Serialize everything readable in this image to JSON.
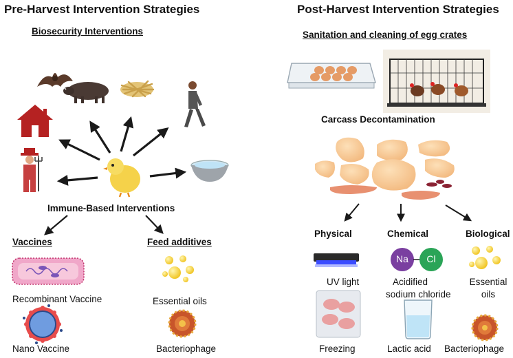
{
  "pre": {
    "title": "Pre-Harvest Intervention Strategies",
    "biosecurity": "Biosecurity Interventions",
    "immune": "Immune-Based Interventions",
    "vaccines": {
      "heading": "Vaccines",
      "items": [
        "Recombinant Vaccine",
        "Nano Vaccine"
      ]
    },
    "feed": {
      "heading": "Feed additives",
      "items": [
        "Essential oils",
        "Bacteriophage"
      ]
    }
  },
  "post": {
    "title": "Post-Harvest Intervention Strategies",
    "sanitation": "Sanitation and cleaning of egg crates",
    "carcass": "Carcass Decontamination",
    "physical": {
      "heading": "Physical",
      "items": [
        "UV light",
        "Freezing"
      ]
    },
    "chemical": {
      "heading": "Chemical",
      "na": "Na",
      "cl": "Cl",
      "item1_line1": "Acidified",
      "item1_line2": "sodium chloride",
      "item2": "Lactic acid"
    },
    "biological": {
      "heading": "Biological",
      "item1_line1": "Essential",
      "item1_line2": "oils",
      "item2": "Bacteriophage"
    }
  },
  "colors": {
    "house": "#b52222",
    "chick": "#f5d24a",
    "arrow": "#1a1a1a",
    "vaccine": "#f0a7c9",
    "nano": "#6f9ce0",
    "phage": "#c8552a",
    "na": "#7a3fa0",
    "cl": "#2aa457",
    "uv": "#3a4cff"
  }
}
